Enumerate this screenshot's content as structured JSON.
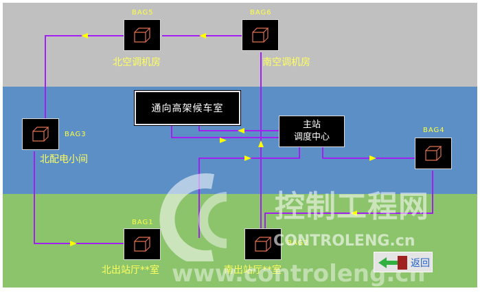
{
  "nodes": {
    "bag5": {
      "tag": "BAG5",
      "name": "北空调机房"
    },
    "bag6": {
      "tag": "BAG6",
      "name": "南空调机房"
    },
    "bag3": {
      "tag": "BAG3",
      "name": "北配电小间"
    },
    "bag4": {
      "tag": "BAG4",
      "name": ""
    },
    "bag1": {
      "tag": "BAG1",
      "name": "北出站厅**室"
    },
    "bag2": {
      "tag": "BAG2",
      "name": "南出站厅**室"
    }
  },
  "highspeed_box": {
    "label": "通向高架候车室"
  },
  "center_box": {
    "line1": "主站",
    "line2": "调度中心"
  },
  "back_button": {
    "label": "返回"
  },
  "watermark": {
    "cn": "控制工程网",
    "en": "CONTROLENG.cn",
    "url": "www.controleng.cn"
  },
  "colors": {
    "top_band": "#c0c0c0",
    "mid_band": "#5b8fc6",
    "bottom_band": "#8cc46c",
    "pipe": "#a020f0",
    "arrow": "#ffff00",
    "label": "#ffff60"
  }
}
